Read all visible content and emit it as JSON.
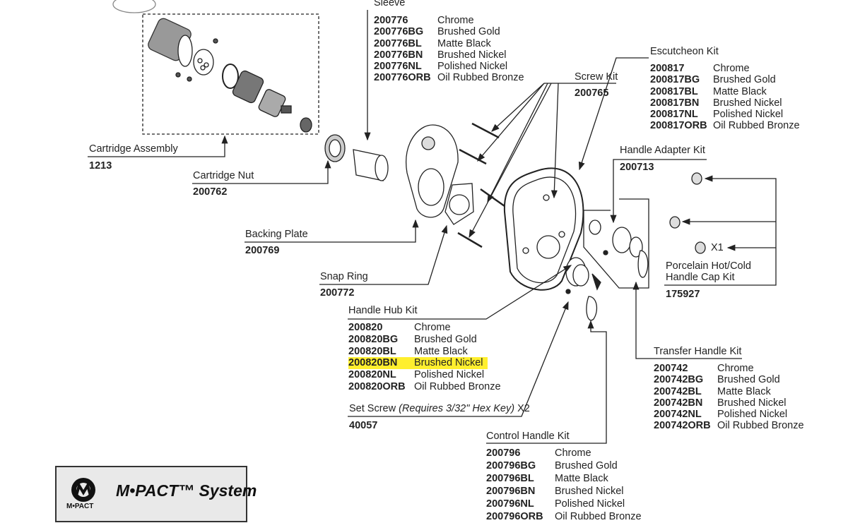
{
  "sleeve": {
    "label": "Sleeve",
    "finishes": [
      {
        "code": "200776",
        "name": "Chrome"
      },
      {
        "code": "200776BG",
        "name": "Brushed Gold"
      },
      {
        "code": "200776BL",
        "name": "Matte Black"
      },
      {
        "code": "200776BN",
        "name": "Brushed Nickel"
      },
      {
        "code": "200776NL",
        "name": "Polished Nickel"
      },
      {
        "code": "200776ORB",
        "name": "Oil Rubbed Bronze"
      }
    ]
  },
  "escutcheon": {
    "label": "Escutcheon Kit",
    "finishes": [
      {
        "code": "200817",
        "name": "Chrome"
      },
      {
        "code": "200817BG",
        "name": "Brushed Gold"
      },
      {
        "code": "200817BL",
        "name": "Matte Black"
      },
      {
        "code": "200817BN",
        "name": "Brushed Nickel"
      },
      {
        "code": "200817NL",
        "name": "Polished Nickel"
      },
      {
        "code": "200817ORB",
        "name": "Oil Rubbed Bronze"
      }
    ]
  },
  "screw_kit": {
    "label": "Screw Kit",
    "part": "200765"
  },
  "cartridge_assembly": {
    "label": "Cartridge Assembly",
    "part": "1213"
  },
  "cartridge_nut": {
    "label": "Cartridge Nut",
    "part": "200762"
  },
  "handle_adapter": {
    "label": "Handle Adapter Kit",
    "part": "200713"
  },
  "backing_plate": {
    "label": "Backing Plate",
    "part": "200769"
  },
  "snap_ring": {
    "label": "Snap Ring",
    "part": "200772"
  },
  "handle_cap": {
    "quantity": "X1",
    "label_line1": "Porcelain Hot/Cold",
    "label_line2": "Handle Cap Kit",
    "part": "175927"
  },
  "handle_hub": {
    "label": "Handle Hub Kit",
    "highlight_color": "#ffef2e",
    "finishes": [
      {
        "code": "200820",
        "name": "Chrome"
      },
      {
        "code": "200820BG",
        "name": "Brushed Gold"
      },
      {
        "code": "200820BL",
        "name": "Matte Black"
      },
      {
        "code": "200820BN",
        "name": "Brushed Nickel"
      },
      {
        "code": "200820NL",
        "name": "Polished Nickel"
      },
      {
        "code": "200820ORB",
        "name": "Oil Rubbed Bronze"
      }
    ]
  },
  "transfer_handle": {
    "label": "Transfer Handle Kit",
    "finishes": [
      {
        "code": "200742",
        "name": "Chrome"
      },
      {
        "code": "200742BG",
        "name": "Brushed Gold"
      },
      {
        "code": "200742BL",
        "name": "Matte Black"
      },
      {
        "code": "200742BN",
        "name": "Brushed Nickel"
      },
      {
        "code": "200742NL",
        "name": "Polished Nickel"
      },
      {
        "code": "200742ORB",
        "name": "Oil Rubbed Bronze"
      }
    ]
  },
  "set_screw": {
    "label": "Set Screw",
    "note": "(Requires 3/32\" Hex Key)",
    "quantity": "X2",
    "part": "40057"
  },
  "control_handle": {
    "label": "Control Handle Kit",
    "finishes": [
      {
        "code": "200796",
        "name": "Chrome"
      },
      {
        "code": "200796BG",
        "name": "Brushed Gold"
      },
      {
        "code": "200796BL",
        "name": "Matte Black"
      },
      {
        "code": "200796BN",
        "name": "Brushed Nickel"
      },
      {
        "code": "200796NL",
        "name": "Polished Nickel"
      },
      {
        "code": "200796ORB",
        "name": "Oil Rubbed Bronze"
      }
    ]
  },
  "brand": {
    "title": "M•PACT™ System",
    "logo_text": "M•PACT"
  }
}
